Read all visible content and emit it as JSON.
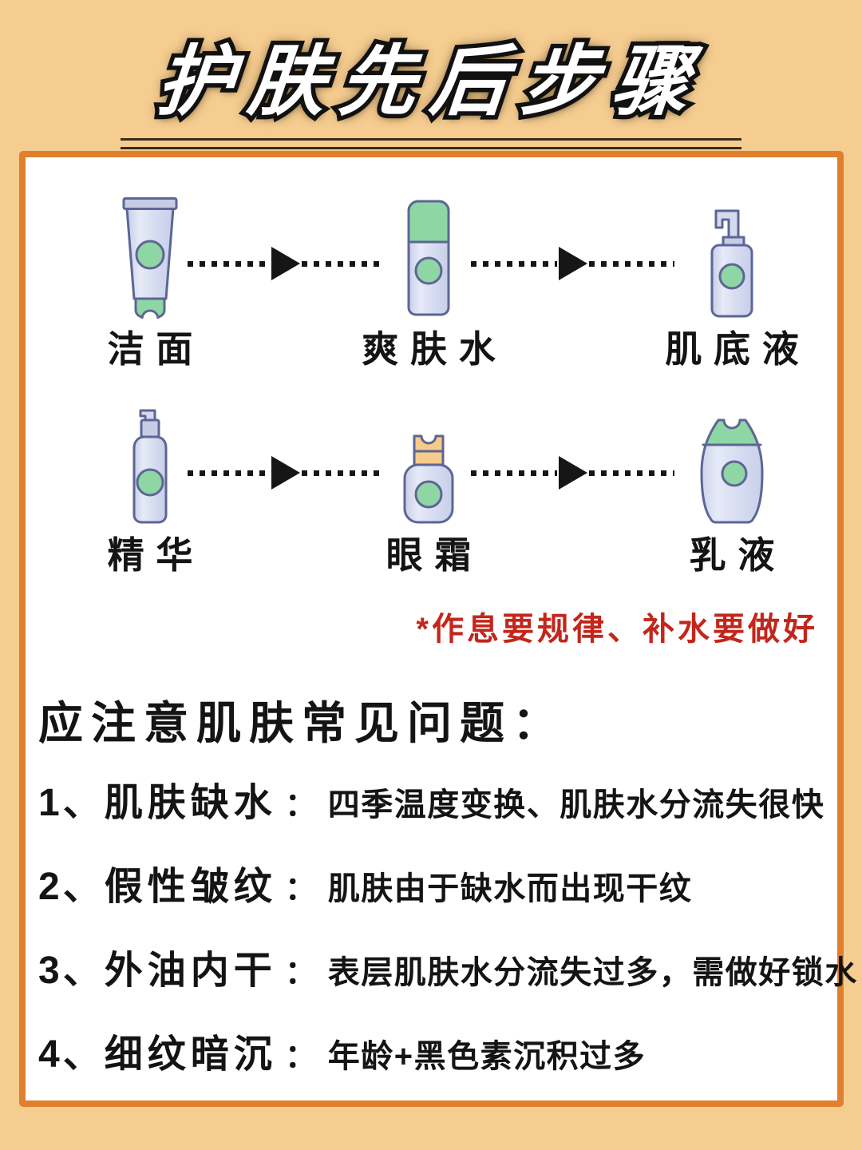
{
  "title": {
    "text": "护肤先后步骤"
  },
  "routine": {
    "rows": [
      {
        "products": [
          {
            "icon": "cleanser",
            "label": "洁面"
          },
          {
            "icon": "toner",
            "label": "爽肤水"
          },
          {
            "icon": "primer-pump",
            "label": "肌底液"
          }
        ]
      },
      {
        "products": [
          {
            "icon": "essence-spray",
            "label": "精华"
          },
          {
            "icon": "eye-cream",
            "label": "眼霜"
          },
          {
            "icon": "lotion",
            "label": "乳液"
          }
        ]
      }
    ],
    "note": "*作息要规律、补水要做好"
  },
  "issues": {
    "heading": "应注意肌肤常见问题：",
    "items": [
      {
        "num": "1、",
        "term": "肌肤缺水",
        "colon": "：",
        "desc": "四季温度变换、肌肤水分流失很快"
      },
      {
        "num": "2、",
        "term": "假性皱纹",
        "colon": "：",
        "desc": "肌肤由于缺水而出现干纹"
      },
      {
        "num": "3、",
        "term": "外油内干",
        "colon": "：",
        "desc": "表层肌肤水分流失过多，需做好锁水"
      },
      {
        "num": "4、",
        "term": "细纹暗沉",
        "colon": "：",
        "desc": "年龄+黑色素沉积过多"
      }
    ]
  },
  "colors": {
    "background": "#F6CD90",
    "card_border": "#E0802F",
    "accent_red": "#C3261B",
    "icon_body": "#D5DBEF",
    "icon_cap": "#C5CCE4",
    "icon_outline": "#5D6695",
    "icon_green": "#8ED6A4",
    "icon_cap_orange": "#F7CB8B",
    "rule_brown": "#3B2C17",
    "text": "#141414"
  }
}
